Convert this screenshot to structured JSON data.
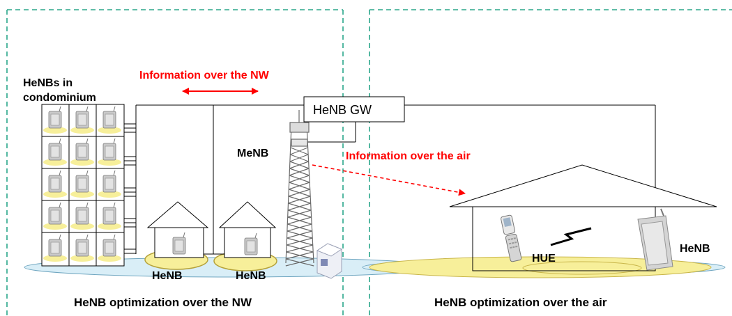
{
  "labels": {
    "condo_line1": "HeNBs in",
    "condo_line2": "condominium",
    "info_nw": "Information over the NW",
    "info_air": "Information over the  air",
    "gateway": "HeNB GW",
    "menb": "MeNB",
    "henb_house1": "HeNB",
    "henb_house2": "HeNB",
    "henb_right": "HeNB",
    "hue": "HUE",
    "caption_left": "HeNB optimization over the NW",
    "caption_right": "HeNB optimization over the air"
  },
  "colors": {
    "info_text": "#ff0000",
    "divider": "#2aa68a",
    "coverage_fill": "#f7ef9a",
    "ground_fill": "#d9eef7",
    "line": "#000000"
  },
  "icons": {
    "henb_device": "henb-device-icon",
    "tower": "tower-icon",
    "phone": "mobile-phone-icon",
    "lightning": "wireless-link-icon",
    "server_box": "server-box-icon"
  }
}
